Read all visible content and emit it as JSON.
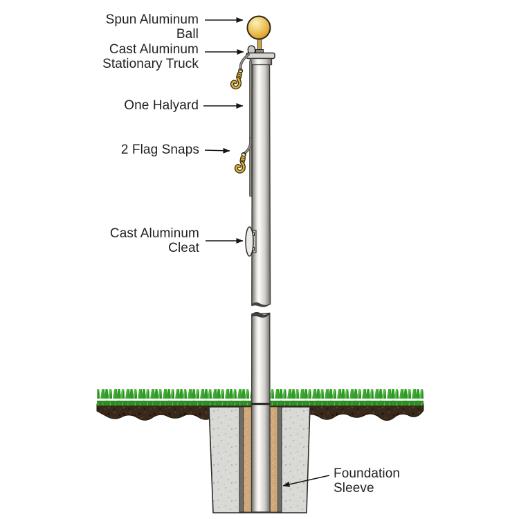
{
  "diagram": {
    "subject": "flagpole-parts-diagram",
    "labels": {
      "ball": {
        "line1": "Spun Aluminum",
        "line2": "Ball"
      },
      "truck": {
        "line1": "Cast Aluminum",
        "line2": "Stationary Truck"
      },
      "halyard": {
        "line1": "One Halyard"
      },
      "snaps": {
        "line1": "2 Flag Snaps"
      },
      "cleat": {
        "line1": "Cast Aluminum",
        "line2": "Cleat"
      },
      "sleeve": {
        "line1": "Foundation",
        "line2": "Sleeve"
      }
    },
    "palette": {
      "text": "#231f20",
      "arrow": "#161512",
      "ball_gold": "#e6b340",
      "snap_gold": "#d9b13b",
      "pole_light": "#fbfbf9",
      "pole_dark": "#6f6d69",
      "grass_green": "#3fae32",
      "soil_brown": "#39291b",
      "concrete_gray": "#d9d9d6",
      "sand_tan": "#cda97c",
      "sleeve_dark": "#6b6b69"
    }
  }
}
